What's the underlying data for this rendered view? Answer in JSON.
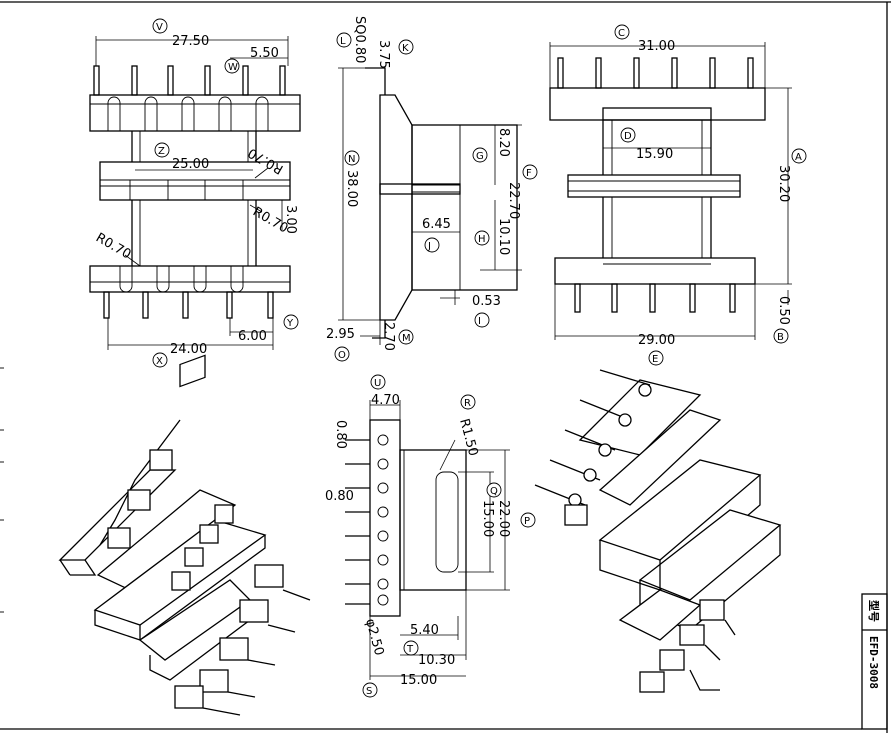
{
  "drawing": {
    "part_name": "EFD-3008",
    "title_block_label": "型号",
    "views": {
      "front_view": {
        "dims": [
          {
            "id": "d_27_50",
            "text": "27.50",
            "bubble": "V"
          },
          {
            "id": "d_5_50",
            "text": "5.50",
            "bubble": "W"
          },
          {
            "id": "d_25_00",
            "text": "25.00",
            "bubble": "Z"
          },
          {
            "id": "d_r070a",
            "text": "R0.70"
          },
          {
            "id": "d_r070b",
            "text": "R0.70"
          },
          {
            "id": "d_3_00",
            "text": "3.00"
          },
          {
            "id": "d_r070c",
            "text": "R0.70"
          },
          {
            "id": "d_24_00",
            "text": "24.00",
            "bubble": "X"
          },
          {
            "id": "d_6_00",
            "text": "6.00",
            "bubble": "Y"
          }
        ]
      },
      "side_view": {
        "dims": [
          {
            "id": "d_sq080",
            "text": "SQ0.80",
            "bubble": "L"
          },
          {
            "id": "d_3_75",
            "text": "3.75",
            "bubble": "K"
          },
          {
            "id": "d_38_00",
            "text": "38.00",
            "bubble": "N"
          },
          {
            "id": "d_8_20",
            "text": "8.20",
            "bubble": "G"
          },
          {
            "id": "d_22_70",
            "text": "22.70",
            "bubble": "F"
          },
          {
            "id": "d_6_45",
            "text": "6.45",
            "bubble": "J"
          },
          {
            "id": "d_10_10",
            "text": "10.10",
            "bubble": "H"
          },
          {
            "id": "d_0_53",
            "text": "0.53",
            "bubble": "I"
          },
          {
            "id": "d_2_95",
            "text": "2.95",
            "bubble": "O"
          },
          {
            "id": "d_2_70",
            "text": "2.70",
            "bubble": "M"
          }
        ]
      },
      "right_view": {
        "dims": [
          {
            "id": "d_31_00",
            "text": "31.00",
            "bubble": "C"
          },
          {
            "id": "d_15_90",
            "text": "15.90",
            "bubble": "D"
          },
          {
            "id": "d_30_20",
            "text": "30.20",
            "bubble": "A"
          },
          {
            "id": "d_0_50",
            "text": "0.50",
            "bubble": "B"
          },
          {
            "id": "d_29_00",
            "text": "29.00"
          }
        ]
      },
      "bottom_view": {
        "dims": [
          {
            "id": "d_4_70",
            "text": "4.70",
            "bubble": "U"
          },
          {
            "id": "d_r150",
            "text": "R1.50",
            "bubble": "R"
          },
          {
            "id": "d_0_80a",
            "text": "0.80"
          },
          {
            "id": "d_0_80b",
            "text": "0.80"
          },
          {
            "id": "d_22_00",
            "text": "22.00",
            "bubble": "P"
          },
          {
            "id": "d_15_00v",
            "text": "15.00",
            "bubble": "Q"
          },
          {
            "id": "d_phi250",
            "text": "φ2.50"
          },
          {
            "id": "d_5_40",
            "text": "5.40"
          },
          {
            "id": "d_10_30",
            "text": "10.30",
            "bubble": "T"
          },
          {
            "id": "d_15_00h",
            "text": "15.00",
            "bubble": "S"
          }
        ]
      },
      "iso_view_right": {
        "bubble": "E"
      }
    }
  }
}
